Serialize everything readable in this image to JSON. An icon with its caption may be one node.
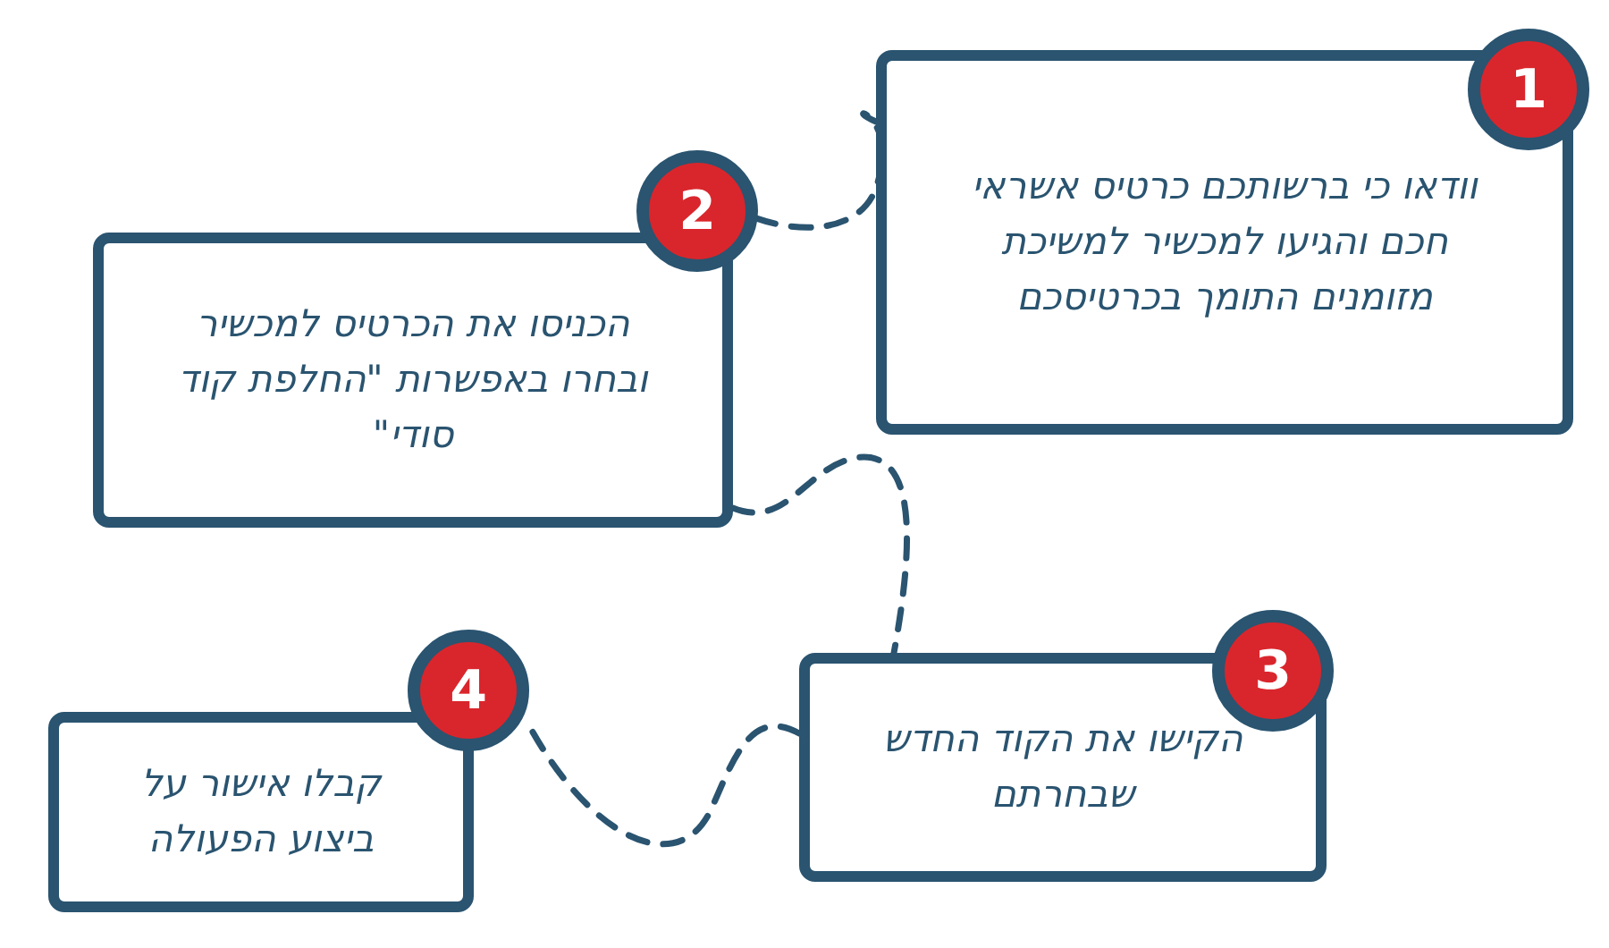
{
  "diagram": {
    "nodes": [
      {
        "text": [
          "וודאו כי ברשותכם כרטיס אשראי חכם והגיעו למכשיר למשיכת מזומנים התומך בכרטיסכם"
        ]
      },
      {
        "text": [
          "1"
        ]
      },
      {
        "text": [
          "הכניסו את הכרטיס למכשיר ובחרו באפשרות \"החלפת קוד סודי\""
        ]
      },
      {
        "text": [
          "2"
        ]
      },
      {
        "text": [
          "הקישו את הקוד החדש שבחרתם"
        ]
      },
      {
        "text": [
          "3"
        ]
      },
      {
        "text": [
          "קבלו אישור על ביצוע הפעולה"
        ]
      },
      {
        "text": [
          "4"
        ]
      }
    ],
    "edges": [
      {
        "from": 0,
        "to": 3,
        "arrow": "none",
        "style": "dashed"
      },
      {
        "from": 2,
        "to": 4,
        "arrow": "none",
        "style": "dashed"
      },
      {
        "from": 4,
        "to": 7,
        "arrow": "none",
        "style": "dashed"
      }
    ]
  }
}
